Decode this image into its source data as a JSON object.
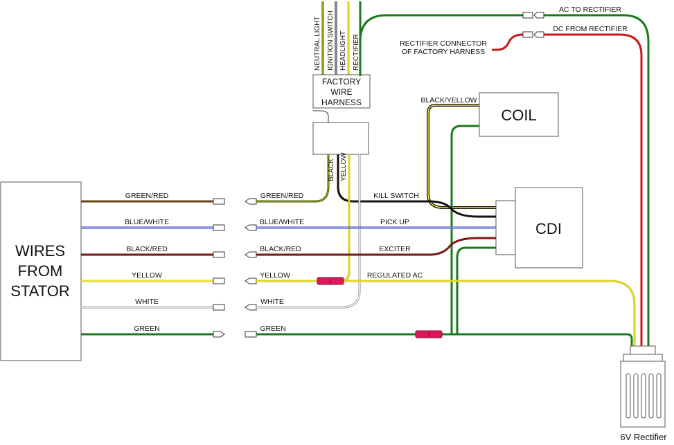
{
  "stator_box": {
    "lines": [
      "WIRES",
      "FROM",
      "STATOR"
    ]
  },
  "harness_box": {
    "lines": [
      "FACTORY",
      "WIRE",
      "HARNESS"
    ]
  },
  "harness_wires": [
    "NEUTRAL LIGHT",
    "IGNITION SWITCH",
    "HEADLIGHT",
    "RECTIFIER"
  ],
  "connector_wires": [
    "BLACK",
    "YELLOW"
  ],
  "coil_label": "COIL",
  "cdi_label": "CDI",
  "rectifier_label": "6V Rectifier",
  "stator_wires": [
    {
      "label": "GREEN/RED",
      "color": "#3a5a10"
    },
    {
      "label": "BLUE/WHITE",
      "color": "#2030d0"
    },
    {
      "label": "BLACK/RED",
      "color": "#4a1010"
    },
    {
      "label": "YELLOW",
      "color": "#e8e020"
    },
    {
      "label": "WHITE",
      "color": "#ffffff"
    },
    {
      "label": "GREEN",
      "color": "#1a7a1a"
    }
  ],
  "right_labels": {
    "green_red": "GREEN/RED",
    "blue_white": "BLUE/WHITE",
    "black_red": "BLACK/RED",
    "yellow": "YELLOW",
    "white": "WHITE",
    "green": "GREEN"
  },
  "func_labels": {
    "kill_switch": "KILL SWITCH",
    "pick_up": "PICK UP",
    "exciter": "EXCITER",
    "regulated_ac": "REGULATED AC",
    "black_yellow": "BLACK/YELLOW"
  },
  "top_labels": {
    "ac_to_rectifier": "AC TO RECTIFIER",
    "dc_from_rectifier": "DC FROM RECTIFIER",
    "rect_conn_line1": "RECTIFIER CONNECTOR",
    "rect_conn_line2": "OF FACTORY HARNESS"
  },
  "colors": {
    "green": "#1a7a1a",
    "dark_green": "#3a5a10",
    "red": "#c81818",
    "yellow": "#f0e830",
    "black": "#111111",
    "blue": "#2030d0",
    "connector_pink": "#e0185a"
  }
}
